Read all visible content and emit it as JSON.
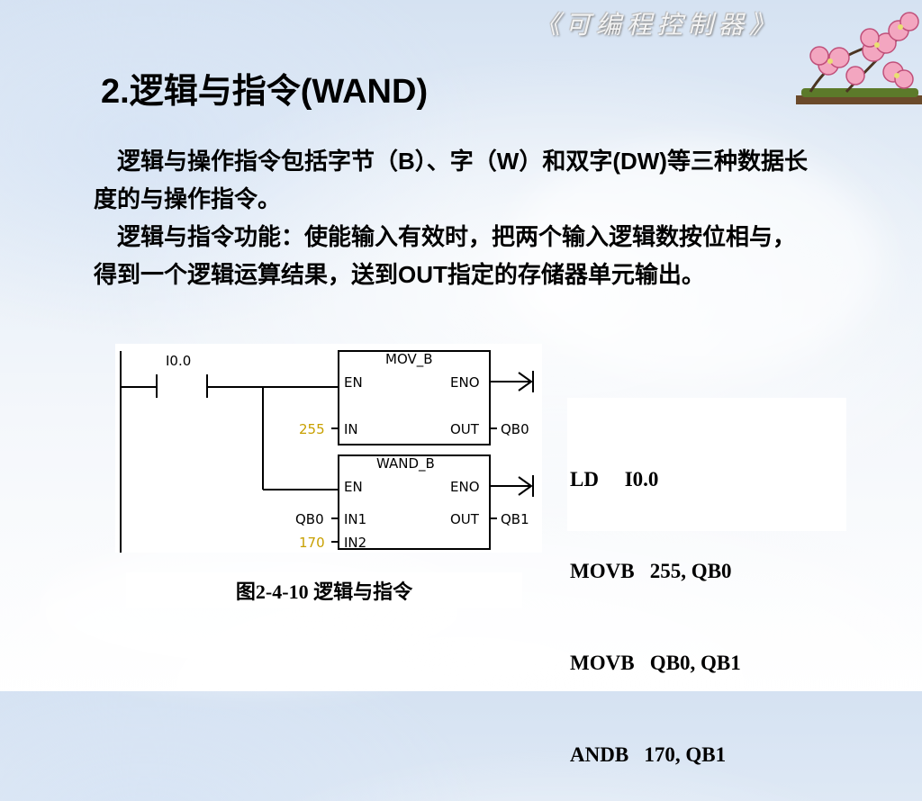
{
  "header": {
    "brand_text": "《可编程控制器》"
  },
  "title": "2.逻辑与指令(WAND)",
  "paragraphs": [
    "逻辑与操作指令包括字节（B）、字（W）和双字(DW)等三种数据长度的与操作指令。",
    "逻辑与指令功能：使能输入有效时，把两个输入逻辑数按位相与，得到一个逻辑运算结果，送到OUT指定的存储器单元输出。"
  ],
  "ladder": {
    "contact_label": "I0.0",
    "block1": {
      "name": "MOV_B",
      "en": "EN",
      "eno": "ENO",
      "in_label": "IN",
      "out_label": "OUT",
      "in_value": "255",
      "out_value": "QB0"
    },
    "block2": {
      "name": "WAND_B",
      "en": "EN",
      "eno": "ENO",
      "in1_label": "IN1",
      "in2_label": "IN2",
      "out_label": "OUT",
      "in1_value": "QB0",
      "in2_value": "170",
      "out_value": "QB1"
    },
    "colors": {
      "line": "#000000",
      "constant": "#c8a000",
      "text": "#000000"
    }
  },
  "code_lines": [
    "LD     I0.0",
    "MOVB   255, QB0",
    "MOVB   QB0, QB1",
    "ANDB   170, QB1"
  ],
  "caption": "图2-4-10  逻辑与指令"
}
